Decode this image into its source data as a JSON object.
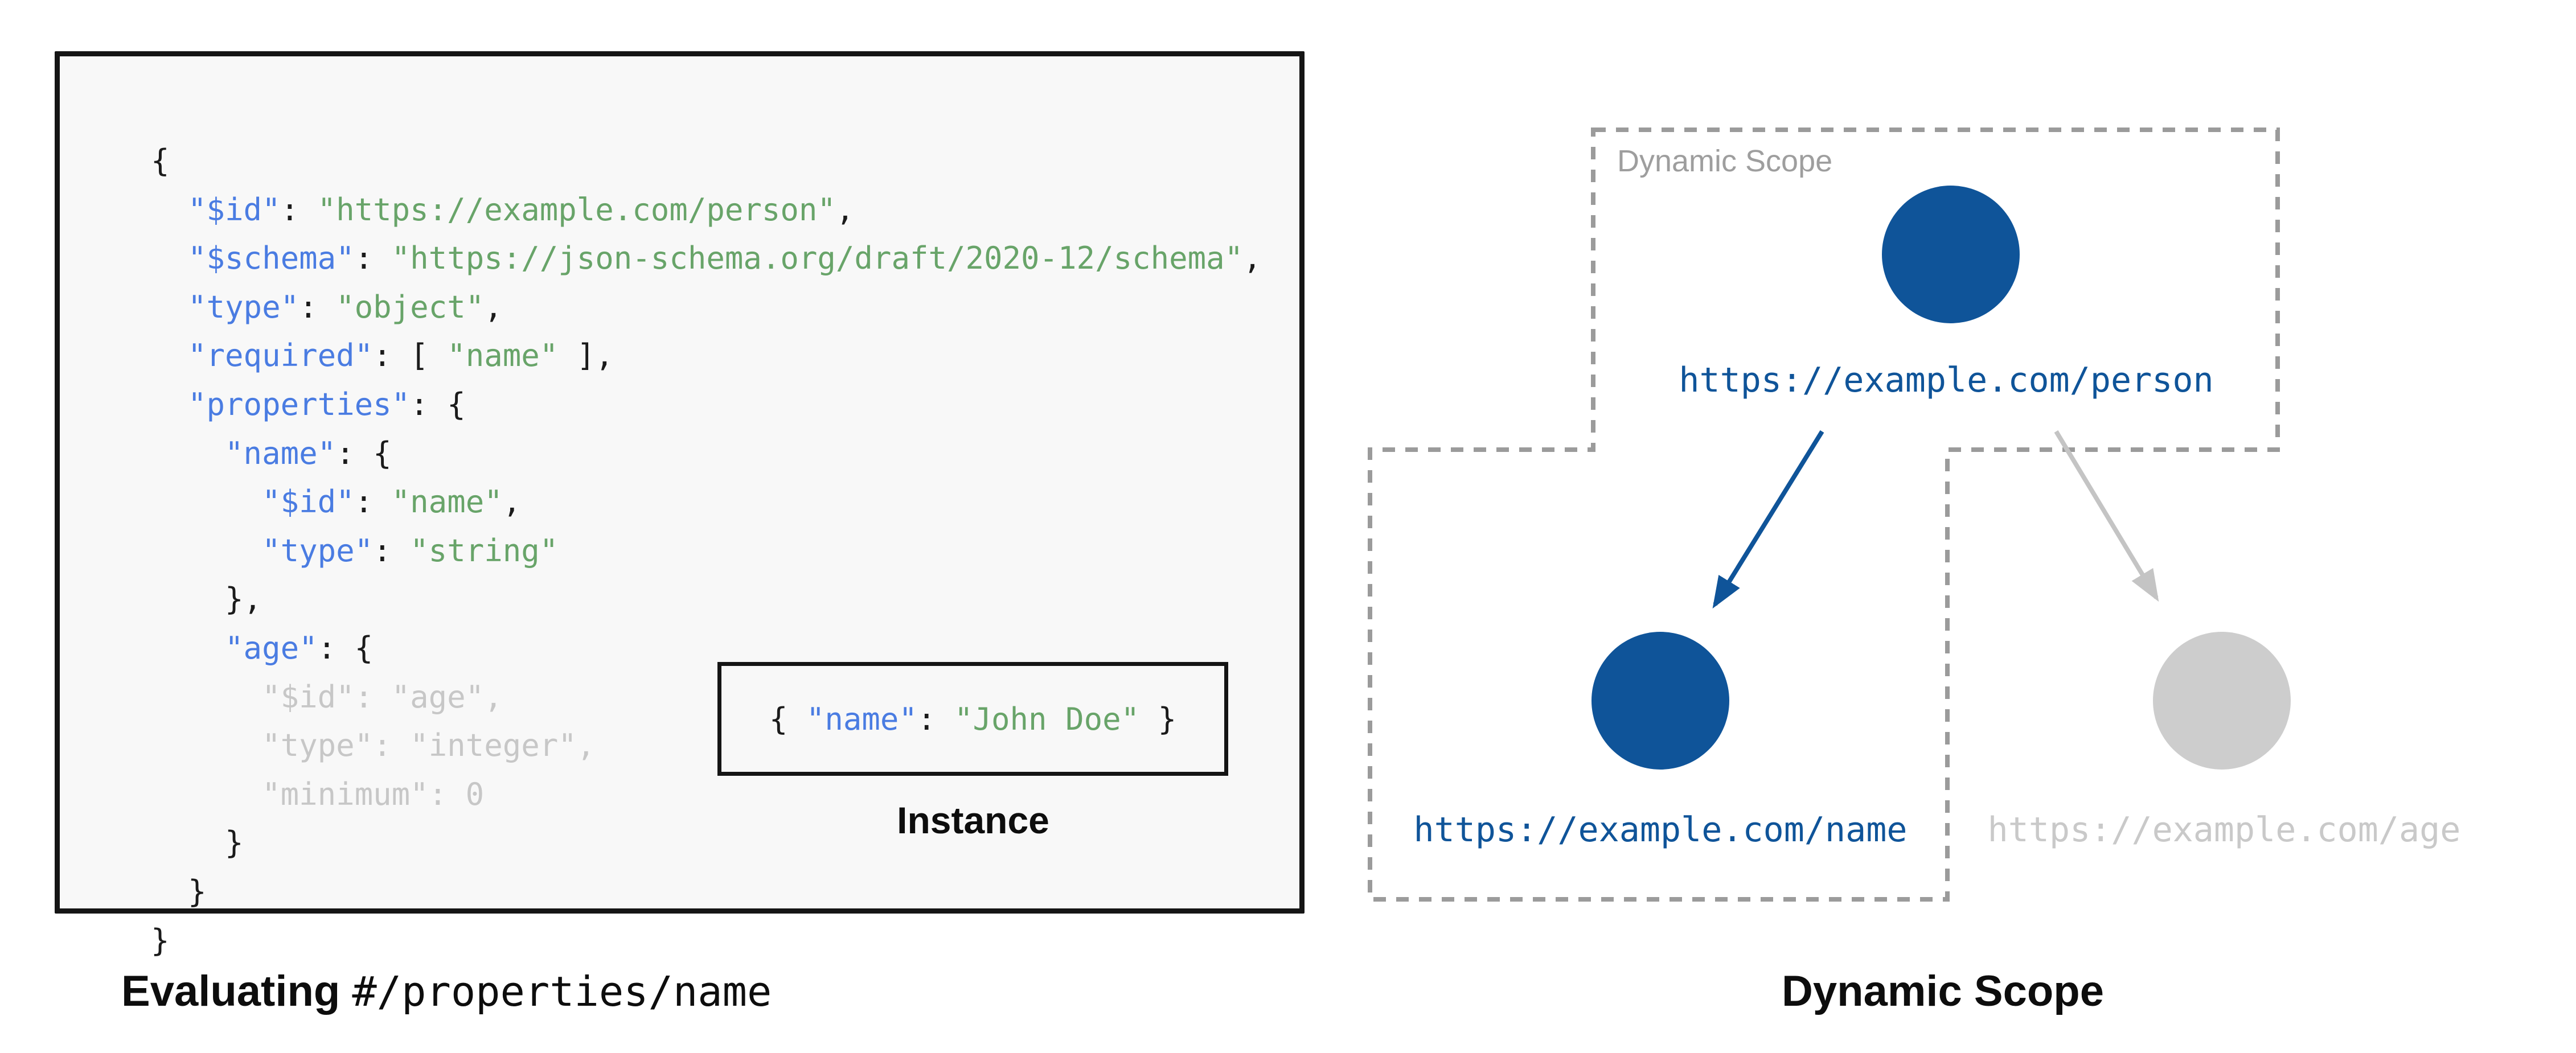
{
  "figure": {
    "schema_panel": {
      "code_lines": [
        [
          {
            "c": "p",
            "t": "{"
          }
        ],
        [
          {
            "c": "k",
            "t": "  \"$id\""
          },
          {
            "c": "p",
            "t": ": "
          },
          {
            "c": "s",
            "t": "\"https://example.com/person\""
          },
          {
            "c": "p",
            "t": ","
          }
        ],
        [
          {
            "c": "k",
            "t": "  \"$schema\""
          },
          {
            "c": "p",
            "t": ": "
          },
          {
            "c": "s",
            "t": "\"https://json-schema.org/draft/2020-12/schema\""
          },
          {
            "c": "p",
            "t": ","
          }
        ],
        [
          {
            "c": "k",
            "t": "  \"type\""
          },
          {
            "c": "p",
            "t": ": "
          },
          {
            "c": "s",
            "t": "\"object\""
          },
          {
            "c": "p",
            "t": ","
          }
        ],
        [
          {
            "c": "k",
            "t": "  \"required\""
          },
          {
            "c": "p",
            "t": ": [ "
          },
          {
            "c": "s",
            "t": "\"name\""
          },
          {
            "c": "p",
            "t": " ],"
          }
        ],
        [
          {
            "c": "k",
            "t": "  \"properties\""
          },
          {
            "c": "p",
            "t": ": {"
          }
        ],
        [
          {
            "c": "k",
            "t": "    \"name\""
          },
          {
            "c": "p",
            "t": ": {"
          }
        ],
        [
          {
            "c": "k",
            "t": "      \"$id\""
          },
          {
            "c": "p",
            "t": ": "
          },
          {
            "c": "s",
            "t": "\"name\""
          },
          {
            "c": "p",
            "t": ","
          }
        ],
        [
          {
            "c": "k",
            "t": "      \"type\""
          },
          {
            "c": "p",
            "t": ": "
          },
          {
            "c": "s",
            "t": "\"string\""
          }
        ],
        [
          {
            "c": "p",
            "t": "    },"
          }
        ],
        [
          {
            "c": "k",
            "t": "    \"age\""
          },
          {
            "c": "p",
            "t": ": {"
          }
        ],
        [
          {
            "c": "g",
            "t": "      \"$id\": \"age\","
          }
        ],
        [
          {
            "c": "g",
            "t": "      \"type\": \"integer\","
          }
        ],
        [
          {
            "c": "g",
            "t": "      \"minimum\": 0"
          }
        ],
        [
          {
            "c": "p",
            "t": "    }"
          }
        ],
        [
          {
            "c": "p",
            "t": "  }"
          }
        ],
        [
          {
            "c": "p",
            "t": "}"
          }
        ]
      ],
      "instance_content": [
        [
          {
            "c": "p",
            "t": "{ "
          },
          {
            "c": "k",
            "t": "\"name\""
          },
          {
            "c": "p",
            "t": ": "
          },
          {
            "c": "s",
            "t": "\"John Doe\""
          },
          {
            "c": "p",
            "t": " }"
          }
        ]
      ],
      "instance_label": "Instance",
      "caption_bold": "Evaluating ",
      "caption_mono": "#/properties/name"
    },
    "scope_panel": {
      "scope_box_label": "Dynamic Scope",
      "caption": "Dynamic Scope",
      "nodes": [
        {
          "id": "person",
          "url": "https://example.com/person",
          "state": "active"
        },
        {
          "id": "name",
          "url": "https://example.com/name",
          "state": "active"
        },
        {
          "id": "age",
          "url": "https://example.com/age",
          "state": "inactive"
        }
      ]
    },
    "colors": {
      "key_blue": "#4a7ce2",
      "string_green": "#68a469",
      "muted_code_gray": "#c7c7c7",
      "node_active_blue": "#0f5499",
      "node_inactive_gray": "#cdcdcd",
      "arrow_gray": "#c4c4c4",
      "scope_border_gray": "#9b9b9b",
      "scope_label_gray": "#9e9e9e",
      "panel_background": "#f8f8f8"
    }
  }
}
